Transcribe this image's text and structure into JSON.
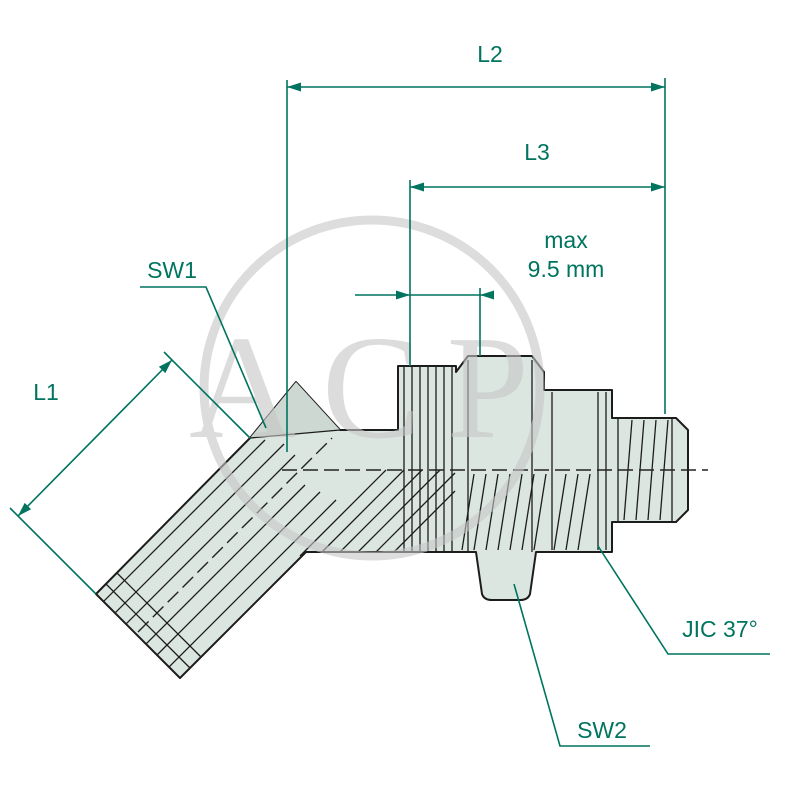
{
  "watermark": {
    "text": "ACP"
  },
  "colors": {
    "dimension_accent": "#00745f",
    "outline": "#1c1c1c",
    "body_fill": "#dce6e1",
    "body_facet_fill": "#cdd8d2",
    "watermark_gray": "#c6c6c6",
    "background": "#ffffff"
  },
  "labels": {
    "l1": "L1",
    "l2": "L2",
    "l3": "L3",
    "sw1": "SW1",
    "sw2": "SW2",
    "thread_spec": "JIC 37°",
    "max_clamp_line1": "max",
    "max_clamp_line2": "9.5 mm"
  }
}
